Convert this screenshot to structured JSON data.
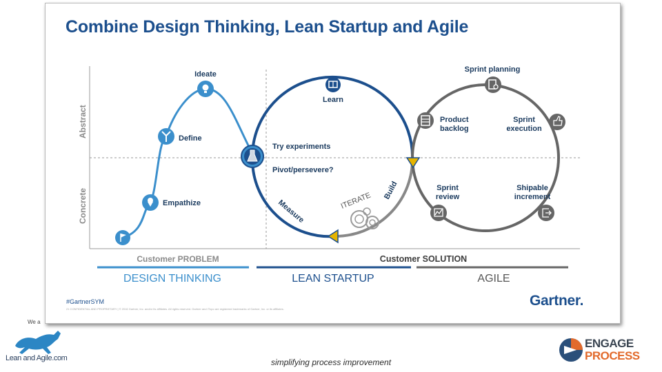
{
  "slide": {
    "title": "Combine Design Thinking, Lean Startup and Agile",
    "hashtag": "#GartnerSYM",
    "legal": "21   CONFIDENTIAL AND PROPRIETARY  |  © 2016 Gartner, Inc. and/or its affiliates. All rights reserved. Gartner and ITxpo are registered trademarks of Gartner, Inc. or its affiliates.",
    "logo": "Gartner."
  },
  "axis": {
    "top_label": "Abstract",
    "bottom_label": "Concrete"
  },
  "design_thinking": {
    "steps": {
      "ideate": "Ideate",
      "define": "Define",
      "empathize": "Empathize"
    }
  },
  "lean_startup": {
    "learn": "Learn",
    "try_experiments": "Try experiments",
    "pivot": "Pivot/persevere?",
    "measure": "Measure",
    "build": "Build",
    "iterate": "ITERATE"
  },
  "agile": {
    "sprint_planning": "Sprint planning",
    "product_backlog_1": "Product",
    "product_backlog_2": "backlog",
    "sprint_execution_1": "Sprint",
    "sprint_execution_2": "execution",
    "sprint_review_1": "Sprint",
    "sprint_review_2": "review",
    "shipable_1": "Shipable",
    "shipable_2": "increment"
  },
  "bands": {
    "problem": "Customer PROBLEM",
    "solution": "Customer SOLUTION",
    "design_thinking": "DESIGN THINKING",
    "lean_startup": "LEAN STARTUP",
    "agile": "AGILE"
  },
  "colors": {
    "design_thinking": "#3b8fcc",
    "lean_startup": "#1c4f8d",
    "agile": "#666666",
    "accent": "#e6b400"
  },
  "footer": {
    "tagline": "simplifying process improvement",
    "lean_logo_top": "We a",
    "lean_logo_text": "Lean and Agile.com",
    "engage_1": "ENGAGE",
    "engage_2": "PROCESS"
  }
}
